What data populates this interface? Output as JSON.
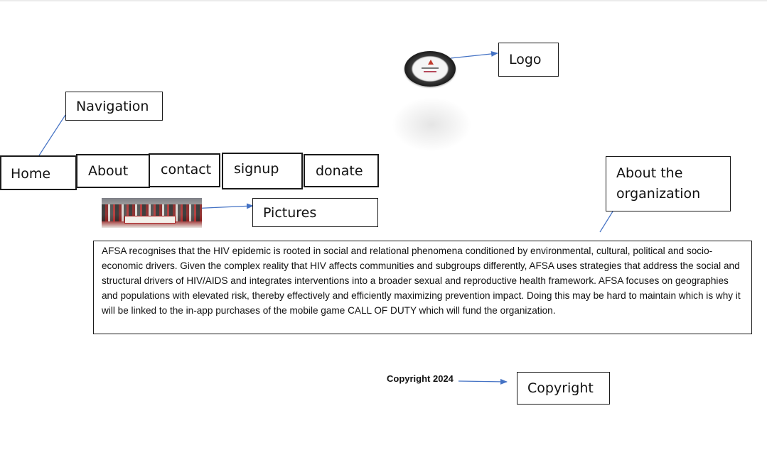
{
  "callouts": {
    "logo": "Logo",
    "navigation": "Navigation",
    "pictures": "Pictures",
    "about_line1": "About the",
    "about_line2": "organization",
    "copyright": "Copyright"
  },
  "nav": {
    "items": [
      {
        "label": "Home"
      },
      {
        "label": "About"
      },
      {
        "label": "contact"
      },
      {
        "label": "signup"
      },
      {
        "label": "donate"
      }
    ]
  },
  "about": {
    "text": "AFSA recognises that the HIV epidemic is rooted in social and relational phenomena conditioned by environmental, cultural, political and socio-economic drivers. Given the complex reality that HIV affects communities and subgroups differently, AFSA uses strategies that address the social and structural drivers of HIV/AIDS and integrates interventions into a broader sexual and reproductive health framework. AFSA focuses on geographies and populations with elevated risk, thereby effectively and efficiently maximizing prevention impact. Doing this may be hard to maintain which is why it will be linked to the in-app purchases of the mobile game CALL OF DUTY which will fund the organization."
  },
  "footer": {
    "copyright_text": "Copyright 2024"
  },
  "colors": {
    "arrow": "#4472c4",
    "border": "#1a1a1a"
  },
  "icons": {
    "logo": "organization-logo",
    "picture": "crowd-photo"
  }
}
